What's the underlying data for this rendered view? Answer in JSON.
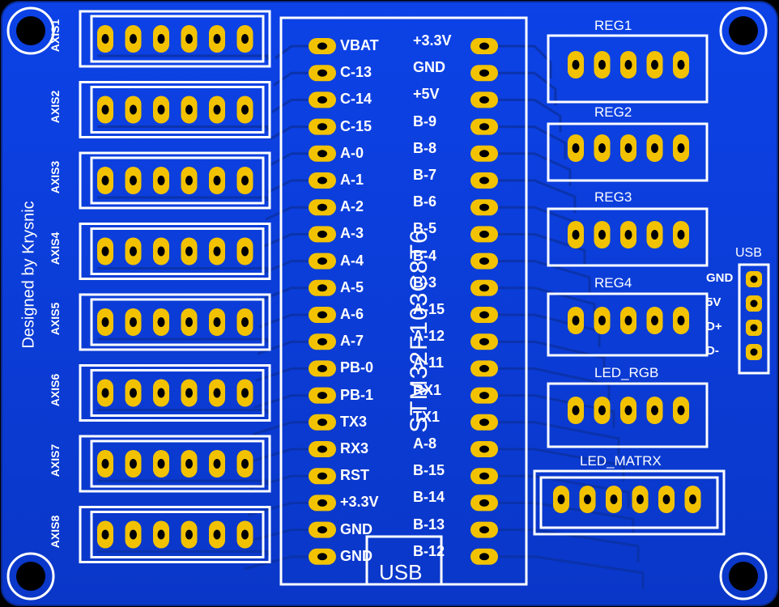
{
  "designer_text": "Designed by Krysnic",
  "chip_label": "STM32F103C8T6",
  "usb_main_label": "USB",
  "axis_labels": [
    "AXIS1",
    "AXIS2",
    "AXIS3",
    "AXIS4",
    "AXIS5",
    "AXIS6",
    "AXIS7",
    "AXIS8"
  ],
  "left_pins": [
    "VBAT",
    "C-13",
    "C-14",
    "C-15",
    "A-0",
    "A-1",
    "A-2",
    "A-3",
    "A-4",
    "A-5",
    "A-6",
    "A-7",
    "PB-0",
    "PB-1",
    "TX3",
    "RX3",
    "RST",
    "+3.3V",
    "GND",
    "GND"
  ],
  "right_pins": [
    "+3.3V",
    "GND",
    "+5V",
    "B-9",
    "B-8",
    "B-7",
    "B-6",
    "B-5",
    "B-4",
    "B-3",
    "A-15",
    "A-12",
    "A-11",
    "RX1",
    "TX1",
    "A-8",
    "B-15",
    "B-14",
    "B-13",
    "B-12"
  ],
  "connectors": [
    "REG1",
    "REG2",
    "REG3",
    "REG4",
    "LED_RGB",
    "LED_MATRX"
  ],
  "usb_header": {
    "title": "USB",
    "pins": [
      "GND",
      "5V",
      "D+",
      "D-"
    ]
  },
  "colors": {
    "board": "#0a3bd6",
    "copper": "#f2c200",
    "silk": "#ffffff",
    "trace": "#0b36b8"
  }
}
